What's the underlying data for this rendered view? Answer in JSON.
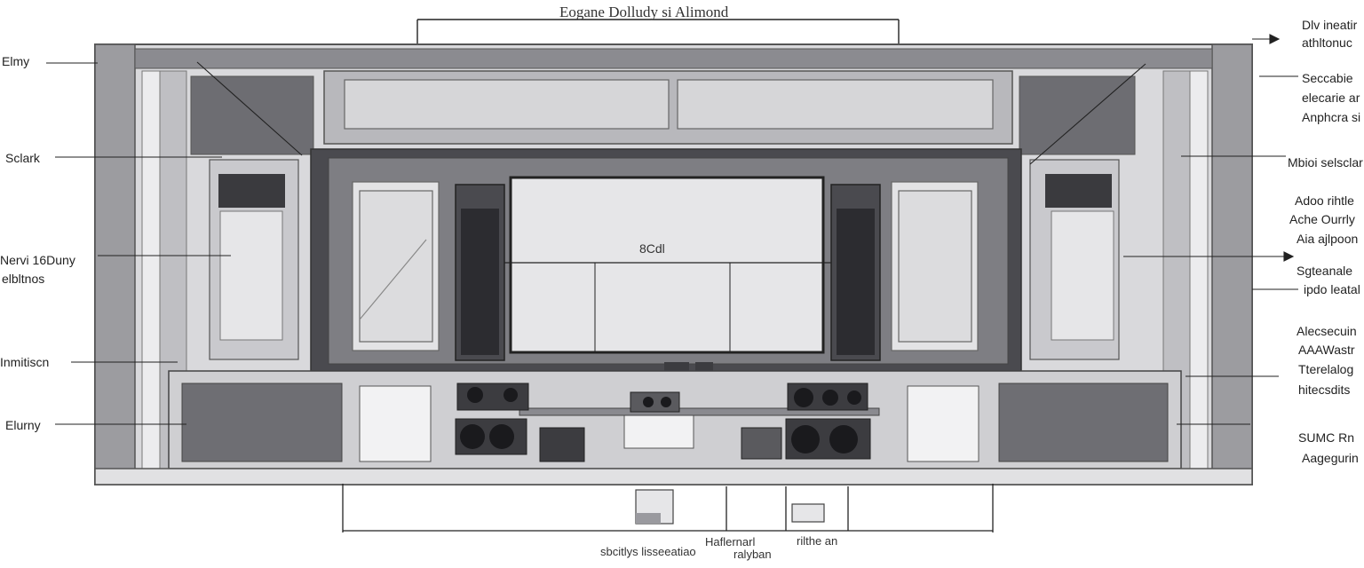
{
  "diagram": {
    "title": "Eogane Dolludy si Alimond",
    "screen_label": "8Cdl",
    "left_labels": [
      "Elmy",
      "Sclark",
      "Nervi 16Duny",
      "elbltnos",
      "Inmitiscn",
      "Elurny"
    ],
    "right_labels": [
      "Dlv ineatir",
      "athltonuc",
      "Seccabie",
      "elecarie ar",
      "Anphcra si",
      "Mbioi selsclar",
      "Adoo rihtle",
      "Ache Ourrly",
      "Aia ajlpoon",
      "Sgteanale",
      "ipdo leatal",
      "Alecsecuin",
      "AAAWastr",
      "Tterelalog",
      "hitecsdits",
      "SUMC Rn",
      "Aagegurin"
    ],
    "bottom_labels": [
      "sbcitlys lisseeatiao",
      "Haflernarl",
      "ralyban",
      "rilthe an"
    ]
  }
}
